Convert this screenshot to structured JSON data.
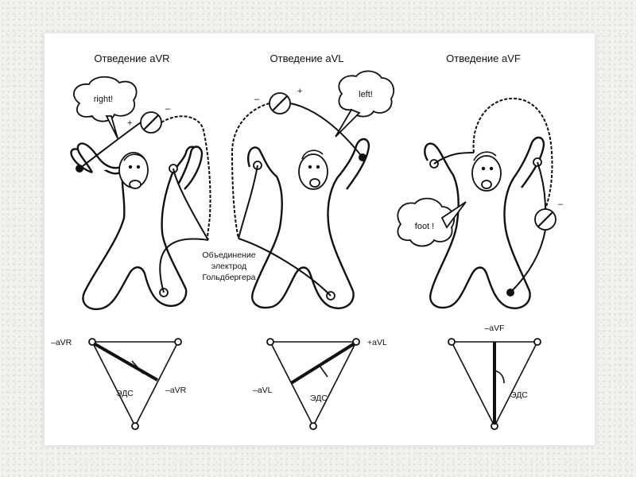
{
  "panels": [
    {
      "title": "Отведение aVR",
      "bubble": "right!",
      "plus": "+",
      "minus": "–",
      "tri_top_left": "–aVR",
      "tri_right": "–aVR",
      "tri_emf": "ЭДС"
    },
    {
      "title": "Отведение aVL",
      "bubble": "left!",
      "plus": "+",
      "minus": "–",
      "tri_top_right": "+aVL",
      "tri_left": "–aVL",
      "tri_emf": "ЭДС"
    },
    {
      "title": "Отведение aVF",
      "bubble": "foot !",
      "minus": "–",
      "tri_top": "–aVF",
      "tri_emf": "ЭДС"
    }
  ],
  "center_label": [
    "Объединение",
    "электрод",
    "Гольдбергера"
  ]
}
